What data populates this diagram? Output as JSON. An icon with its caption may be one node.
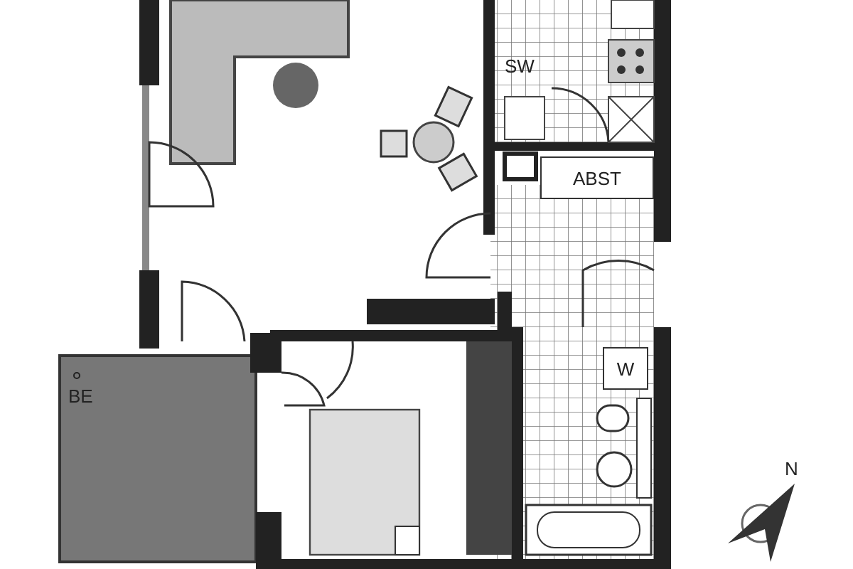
{
  "diagram": {
    "nodes": [
      {
        "text": [
          "ABST"
        ]
      },
      {
        "text": [
          "W"
        ]
      }
    ],
    "labels": [
      "SW",
      "BE",
      "N"
    ]
  }
}
